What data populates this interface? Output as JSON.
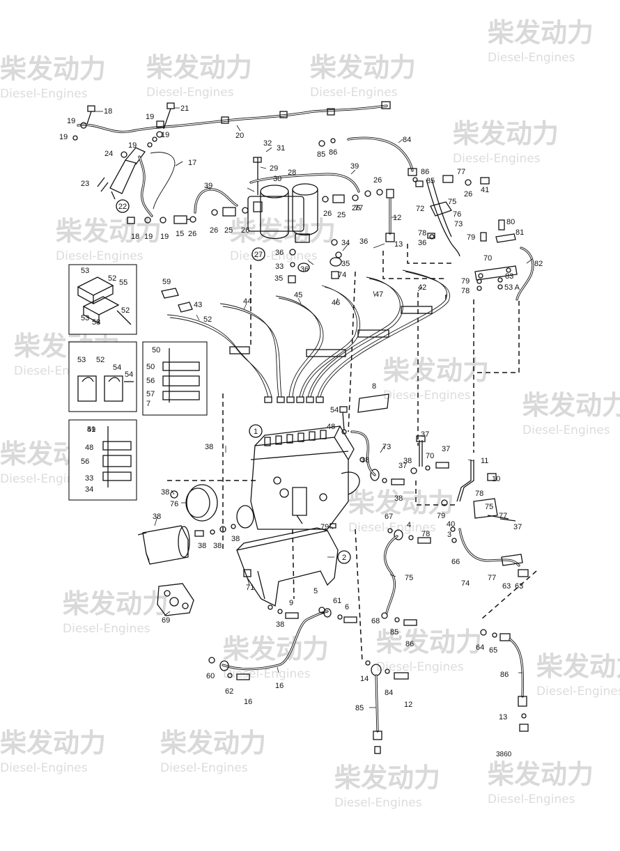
{
  "drawing": {
    "code": "3860",
    "watermark_main": "柴发动力",
    "watermark_sub": "Diesel-Engines"
  },
  "labels": [
    {
      "id": "18a",
      "text": "18"
    },
    {
      "id": "19a",
      "text": "19"
    },
    {
      "id": "19b",
      "text": "19"
    },
    {
      "id": "21",
      "text": "21"
    },
    {
      "id": "19c",
      "text": "19"
    },
    {
      "id": "19d",
      "text": "19"
    },
    {
      "id": "19e",
      "text": "19"
    },
    {
      "id": "20",
      "text": "20"
    },
    {
      "id": "24",
      "text": "24"
    },
    {
      "id": "17",
      "text": "17"
    },
    {
      "id": "23",
      "text": "23"
    },
    {
      "id": "32",
      "text": "32"
    },
    {
      "id": "31",
      "text": "31"
    },
    {
      "id": "29",
      "text": "29"
    },
    {
      "id": "28",
      "text": "28"
    },
    {
      "id": "30",
      "text": "30"
    },
    {
      "id": "39a",
      "text": "39"
    },
    {
      "id": "39b",
      "text": "39"
    },
    {
      "id": "85a",
      "text": "85"
    },
    {
      "id": "86a",
      "text": "86"
    },
    {
      "id": "84a",
      "text": "84"
    },
    {
      "id": "86b",
      "text": "86"
    },
    {
      "id": "85b",
      "text": "85"
    },
    {
      "id": "77a",
      "text": "77"
    },
    {
      "id": "26a",
      "text": "26"
    },
    {
      "id": "41",
      "text": "41"
    },
    {
      "id": "26b",
      "text": "26"
    },
    {
      "id": "26c",
      "text": "26"
    },
    {
      "id": "75a",
      "text": "75"
    },
    {
      "id": "72",
      "text": "72"
    },
    {
      "id": "76a",
      "text": "76"
    },
    {
      "id": "73a",
      "text": "73"
    },
    {
      "id": "12a",
      "text": "12"
    },
    {
      "id": "13a",
      "text": "13"
    },
    {
      "id": "18b",
      "text": "18"
    },
    {
      "id": "19f",
      "text": "19"
    },
    {
      "id": "19g",
      "text": "19"
    },
    {
      "id": "15",
      "text": "15"
    },
    {
      "id": "26d",
      "text": "26"
    },
    {
      "id": "26e",
      "text": "26"
    },
    {
      "id": "25a",
      "text": "25"
    },
    {
      "id": "26f",
      "text": "26"
    },
    {
      "id": "26g",
      "text": "26"
    },
    {
      "id": "25b",
      "text": "25"
    },
    {
      "id": "77b",
      "text": "77"
    },
    {
      "id": "80",
      "text": "80"
    },
    {
      "id": "81",
      "text": "81"
    },
    {
      "id": "79a",
      "text": "79"
    },
    {
      "id": "78a",
      "text": "78"
    },
    {
      "id": "36a",
      "text": "36"
    },
    {
      "id": "36b",
      "text": "36"
    },
    {
      "id": "34a",
      "text": "34"
    },
    {
      "id": "36c",
      "text": "36"
    },
    {
      "id": "33a",
      "text": "33"
    },
    {
      "id": "36d",
      "text": "36"
    },
    {
      "id": "35a",
      "text": "35"
    },
    {
      "id": "35b",
      "text": "35"
    },
    {
      "id": "74a",
      "text": "74"
    },
    {
      "id": "70a",
      "text": "70"
    },
    {
      "id": "82",
      "text": "82"
    },
    {
      "id": "79b",
      "text": "79"
    },
    {
      "id": "83",
      "text": "83"
    },
    {
      "id": "78b",
      "text": "78"
    },
    {
      "id": "53A",
      "text": "53 A"
    },
    {
      "id": "53a",
      "text": "53"
    },
    {
      "id": "52a",
      "text": "52"
    },
    {
      "id": "55",
      "text": "55"
    },
    {
      "id": "52b",
      "text": "52"
    },
    {
      "id": "53b",
      "text": "53"
    },
    {
      "id": "58",
      "text": "58"
    },
    {
      "id": "59",
      "text": "59"
    },
    {
      "id": "43",
      "text": "43"
    },
    {
      "id": "44",
      "text": "44"
    },
    {
      "id": "45",
      "text": "45"
    },
    {
      "id": "46",
      "text": "46"
    },
    {
      "id": "47",
      "text": "47"
    },
    {
      "id": "42",
      "text": "42"
    },
    {
      "id": "52c",
      "text": "52"
    },
    {
      "id": "53c",
      "text": "53"
    },
    {
      "id": "52d",
      "text": "52"
    },
    {
      "id": "54a",
      "text": "54"
    },
    {
      "id": "54b",
      "text": "54"
    },
    {
      "id": "50a",
      "text": "50"
    },
    {
      "id": "51",
      "text": "51"
    },
    {
      "id": "50b",
      "text": "50"
    },
    {
      "id": "56a",
      "text": "56"
    },
    {
      "id": "57",
      "text": "57"
    },
    {
      "id": "7",
      "text": "7"
    },
    {
      "id": "8",
      "text": "8"
    },
    {
      "id": "54c",
      "text": "54"
    },
    {
      "id": "48a",
      "text": "48"
    },
    {
      "id": "49",
      "text": "49"
    },
    {
      "id": "48b",
      "text": "48"
    },
    {
      "id": "56b",
      "text": "56"
    },
    {
      "id": "33b",
      "text": "33"
    },
    {
      "id": "34b",
      "text": "34"
    },
    {
      "id": "38a",
      "text": "38"
    },
    {
      "id": "73b",
      "text": "73"
    },
    {
      "id": "38b",
      "text": "38"
    },
    {
      "id": "37a",
      "text": "37"
    },
    {
      "id": "38c",
      "text": "38"
    },
    {
      "id": "38d",
      "text": "38"
    },
    {
      "id": "37b",
      "text": "37"
    },
    {
      "id": "70b",
      "text": "70"
    },
    {
      "id": "37c",
      "text": "37"
    },
    {
      "id": "11",
      "text": "11"
    },
    {
      "id": "10",
      "text": "10"
    },
    {
      "id": "38e",
      "text": "38"
    },
    {
      "id": "76b",
      "text": "76"
    },
    {
      "id": "78c",
      "text": "78"
    },
    {
      "id": "75b",
      "text": "75"
    },
    {
      "id": "79c",
      "text": "79"
    },
    {
      "id": "77c",
      "text": "77"
    },
    {
      "id": "40",
      "text": "40"
    },
    {
      "id": "37d",
      "text": "37"
    },
    {
      "id": "38f",
      "text": "38"
    },
    {
      "id": "38g",
      "text": "38"
    },
    {
      "id": "38h",
      "text": "38"
    },
    {
      "id": "38i",
      "text": "38"
    },
    {
      "id": "67",
      "text": "67"
    },
    {
      "id": "4",
      "text": "4"
    },
    {
      "id": "78d",
      "text": "78"
    },
    {
      "id": "79d",
      "text": "79"
    },
    {
      "id": "3",
      "text": "3"
    },
    {
      "id": "66",
      "text": "66"
    },
    {
      "id": "71",
      "text": "71"
    },
    {
      "id": "75c",
      "text": "75"
    },
    {
      "id": "74b",
      "text": "74"
    },
    {
      "id": "77d",
      "text": "77"
    },
    {
      "id": "63a",
      "text": "63"
    },
    {
      "id": "63b",
      "text": "63"
    },
    {
      "id": "5",
      "text": "5"
    },
    {
      "id": "61",
      "text": "61"
    },
    {
      "id": "9",
      "text": "9"
    },
    {
      "id": "6",
      "text": "6"
    },
    {
      "id": "69",
      "text": "69"
    },
    {
      "id": "38j",
      "text": "38"
    },
    {
      "id": "68",
      "text": "68"
    },
    {
      "id": "85c",
      "text": "85"
    },
    {
      "id": "86c",
      "text": "86"
    },
    {
      "id": "64",
      "text": "64"
    },
    {
      "id": "65",
      "text": "65"
    },
    {
      "id": "60",
      "text": "60"
    },
    {
      "id": "62",
      "text": "62"
    },
    {
      "id": "16a",
      "text": "16"
    },
    {
      "id": "16b",
      "text": "16"
    },
    {
      "id": "14",
      "text": "14"
    },
    {
      "id": "84b",
      "text": "84"
    },
    {
      "id": "12b",
      "text": "12"
    },
    {
      "id": "86d",
      "text": "86"
    },
    {
      "id": "85d",
      "text": "85"
    },
    {
      "id": "13b",
      "text": "13"
    }
  ],
  "circled": [
    {
      "id": "c22",
      "text": "22"
    },
    {
      "id": "c27",
      "text": "27"
    },
    {
      "id": "c1",
      "text": "1"
    },
    {
      "id": "c2",
      "text": "2"
    }
  ]
}
